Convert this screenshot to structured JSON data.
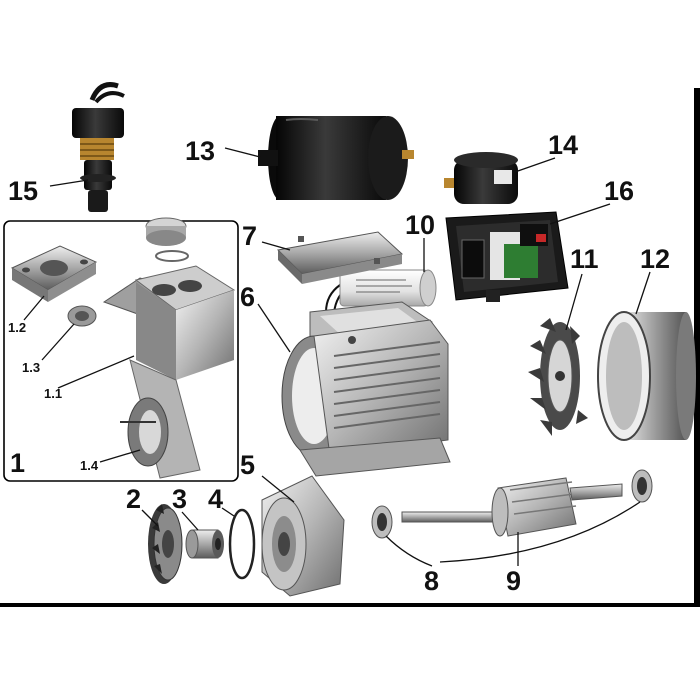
{
  "colors": {
    "frame": "#000000",
    "part_dark": "#1a1a1a",
    "part_gray": "#9a9a9a",
    "part_light": "#d8d8d8",
    "brass": "#b8862f",
    "pcb_green": "#2e7d32"
  },
  "parts": {
    "p1": "1",
    "p1_1": "1.1",
    "p1_2": "1.2",
    "p1_3": "1.3",
    "p1_4": "1.4",
    "p2": "2",
    "p3": "3",
    "p4": "4",
    "p5": "5",
    "p6": "6",
    "p7": "7",
    "p8": "8",
    "p9": "9",
    "p10": "10",
    "p11": "11",
    "p12": "12",
    "p13": "13",
    "p14": "14",
    "p15": "15",
    "p16": "16"
  }
}
